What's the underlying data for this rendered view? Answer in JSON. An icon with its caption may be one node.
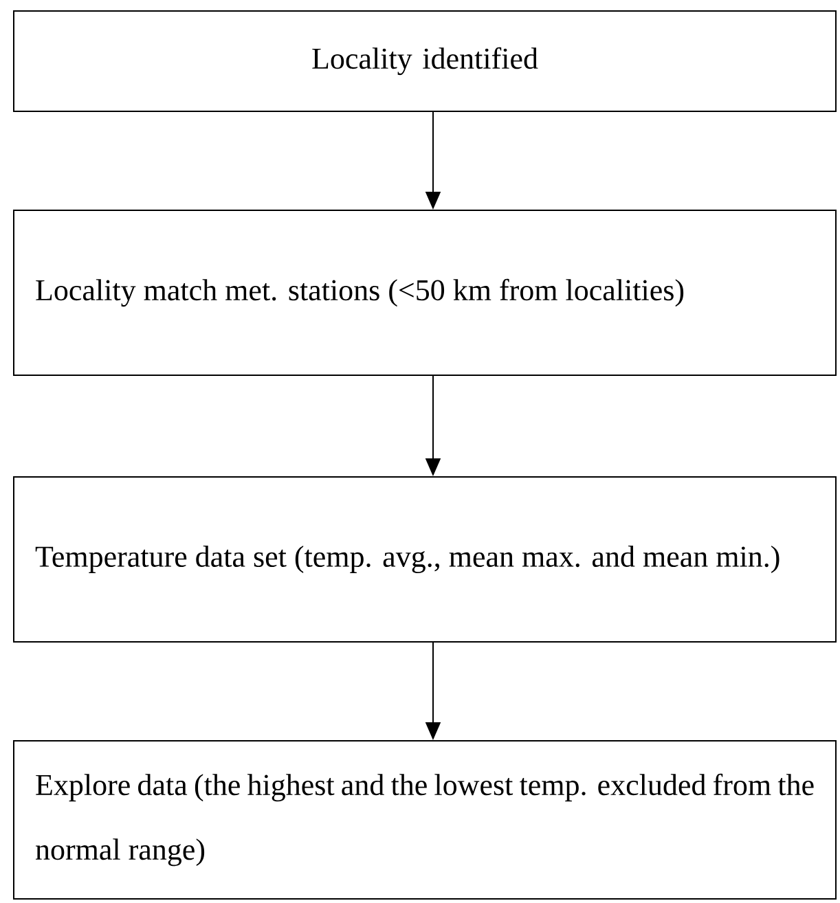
{
  "diagram": {
    "nodes": [
      {
        "text": [
          "Locality identified"
        ]
      },
      {
        "text": [
          "Locality match met. stations (<50 km from localities)"
        ]
      },
      {
        "text": [
          "Temperature data set (temp. avg., mean max. and mean min.)"
        ]
      },
      {
        "text": [
          "Explore data (the highest and the lowest temp. excluded from the normal range)"
        ]
      }
    ],
    "edges": [
      {
        "from": 0,
        "to": 1,
        "arrow": "to"
      },
      {
        "from": 1,
        "to": 2,
        "arrow": "to"
      },
      {
        "from": 2,
        "to": 3,
        "arrow": "to"
      }
    ]
  }
}
